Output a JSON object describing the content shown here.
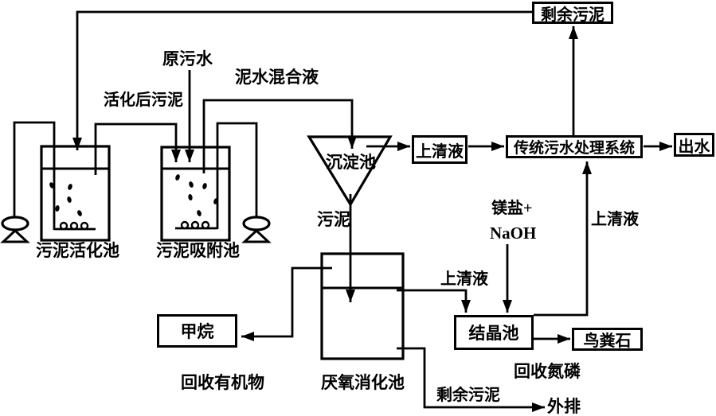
{
  "boxes": {
    "excess_sludge_top": "剩余污泥",
    "supernatant": "上清液",
    "conventional_system": "传统污水处理系统",
    "effluent": "出水",
    "methane": "甲烷",
    "crystallization": "结晶池",
    "struvite": "鸟粪石"
  },
  "labels": {
    "raw_sewage": "原污水",
    "mixed_liquor": "泥水混合液",
    "activated_sludge": "活化后污泥",
    "activation_tank": "污泥活化池",
    "adsorption_tank": "污泥吸附池",
    "sedimentation_tank": "沉淀池",
    "sludge": "污泥",
    "magnesium_salt": "镁盐+",
    "naoh": "NaOH",
    "supernatant_right": "上清液",
    "supernatant_mid": "上清液",
    "digestion_tank": "厌氧消化池",
    "recover_organics": "回收有机物",
    "recover_np": "回收氮磷",
    "excess_sludge_bottom": "剩余污泥",
    "discharge": "外排"
  },
  "colors": {
    "line": "#000000",
    "background": "#ffffff"
  }
}
